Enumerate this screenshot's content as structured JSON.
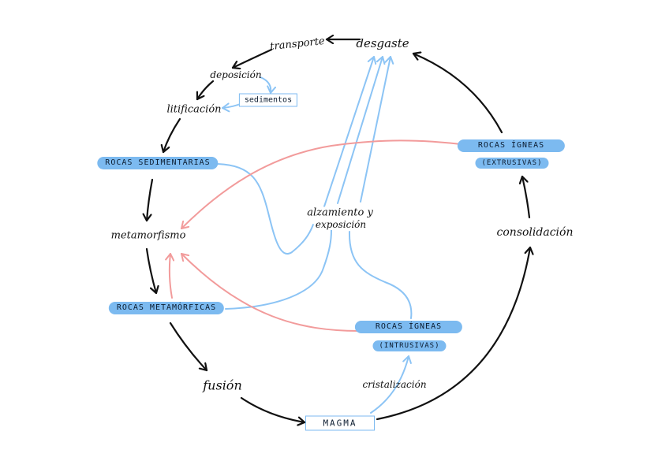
{
  "nodes": {
    "desgaste": "desgaste",
    "transporte": "transporte",
    "deposicion": "deposición",
    "sedimentos": "sedimentos",
    "litificacion": "litificación",
    "rocas_sedimentarias": "ROCAS SEDIMENTARIAS",
    "metamorfismo": "metamorfismo",
    "rocas_metamorficas": "ROCAS METAMÓRFICAS",
    "fusion": "fusión",
    "magma": "MAGMA",
    "cristalizacion": "cristalización",
    "rocas_igneas_intrusivas": "ROCAS ÍGNEAS",
    "intrusivas": "(INTRUSIVAS)",
    "consolidacion": "consolidación",
    "rocas_igneas_extrusivas": "ROCAS ÍGNEAS",
    "extrusivas": "(EXTRUSIVAS)",
    "alzamiento_1": "alzamiento y",
    "alzamiento_2": "exposición"
  },
  "colors": {
    "main_cycle": "#111111",
    "uplift": "#8cc4f5",
    "metamorphism": "#f29b9b",
    "pill": "#7cbaf0"
  }
}
